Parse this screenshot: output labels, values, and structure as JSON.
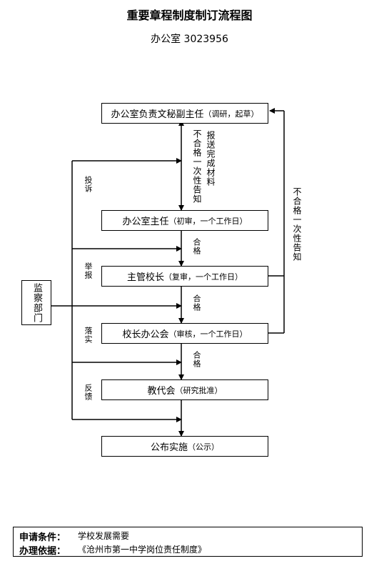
{
  "title": "重要章程制度制订流程图",
  "subtitle": "办公室  3023956",
  "nodes": {
    "draft": {
      "name": "办公室负责文秘副主任",
      "detail": "（调研，起草）"
    },
    "director": {
      "name": "办公室主任",
      "detail": "（初审，一个工作日）"
    },
    "vice_principal": {
      "name": "主管校长",
      "detail": "（复审，一个工作日）"
    },
    "principal_meeting": {
      "name": "校长办公会",
      "detail": "（审核，一个工作日）"
    },
    "staff_congress": {
      "name": "教代会",
      "detail": "（研究批准）"
    },
    "publish": {
      "name": "公布实施",
      "detail": "（公示）"
    },
    "supervision": {
      "name": "监察部门"
    }
  },
  "labels": {
    "send_materials": "报送完成材料",
    "reject_notice_left": "不合格一次性告知",
    "reject_notice_right": "不合格一次性告知",
    "pass_1": "合格",
    "pass_2": "合格",
    "pass_3": "合格",
    "complaint": "投诉",
    "report": "举报",
    "implement": "落实",
    "feedback": "反馈"
  },
  "footer": {
    "condition_label": "申请条件：",
    "condition_value": "学校发展需要",
    "basis_label": "办理依据：",
    "basis_value": "《沧州市第一中学岗位责任制度》"
  }
}
